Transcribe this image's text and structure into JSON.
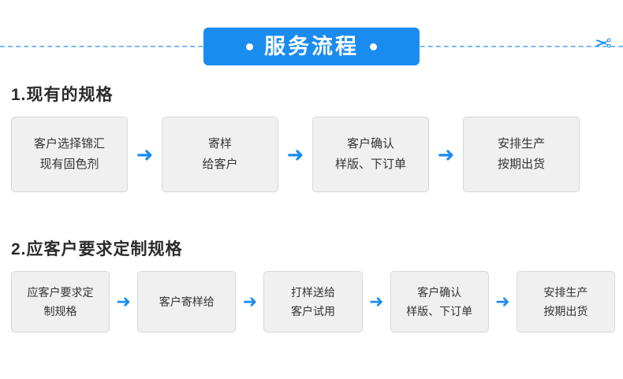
{
  "header": {
    "title": "服务流程",
    "left_dot_icon": "bullet-dot",
    "right_dot_icon": "bullet-dot",
    "scissors_icon": "scissors",
    "accent_color": "#1a8cf0",
    "dashed_line_color": "#4da3f5"
  },
  "sections": [
    {
      "heading": "1.现有的规格",
      "arrow_glyph": "➜",
      "steps": [
        {
          "lines": [
            "客户选择锦汇",
            "现有固色剂"
          ]
        },
        {
          "lines": [
            "寄样",
            "给客户"
          ]
        },
        {
          "lines": [
            "客户确认",
            "样版、下订单"
          ]
        },
        {
          "lines": [
            "安排生产",
            "按期出货"
          ]
        }
      ]
    },
    {
      "heading": "2.应客户要求定制规格",
      "arrow_glyph": "➜",
      "steps": [
        {
          "lines": [
            "应客户要求定",
            "制规格"
          ]
        },
        {
          "lines": [
            "客户寄样给"
          ]
        },
        {
          "lines": [
            "打样送给",
            "客户试用"
          ]
        },
        {
          "lines": [
            "客户确认",
            "样版、下订单"
          ]
        },
        {
          "lines": [
            "安排生产",
            "按期出货"
          ]
        }
      ]
    }
  ]
}
